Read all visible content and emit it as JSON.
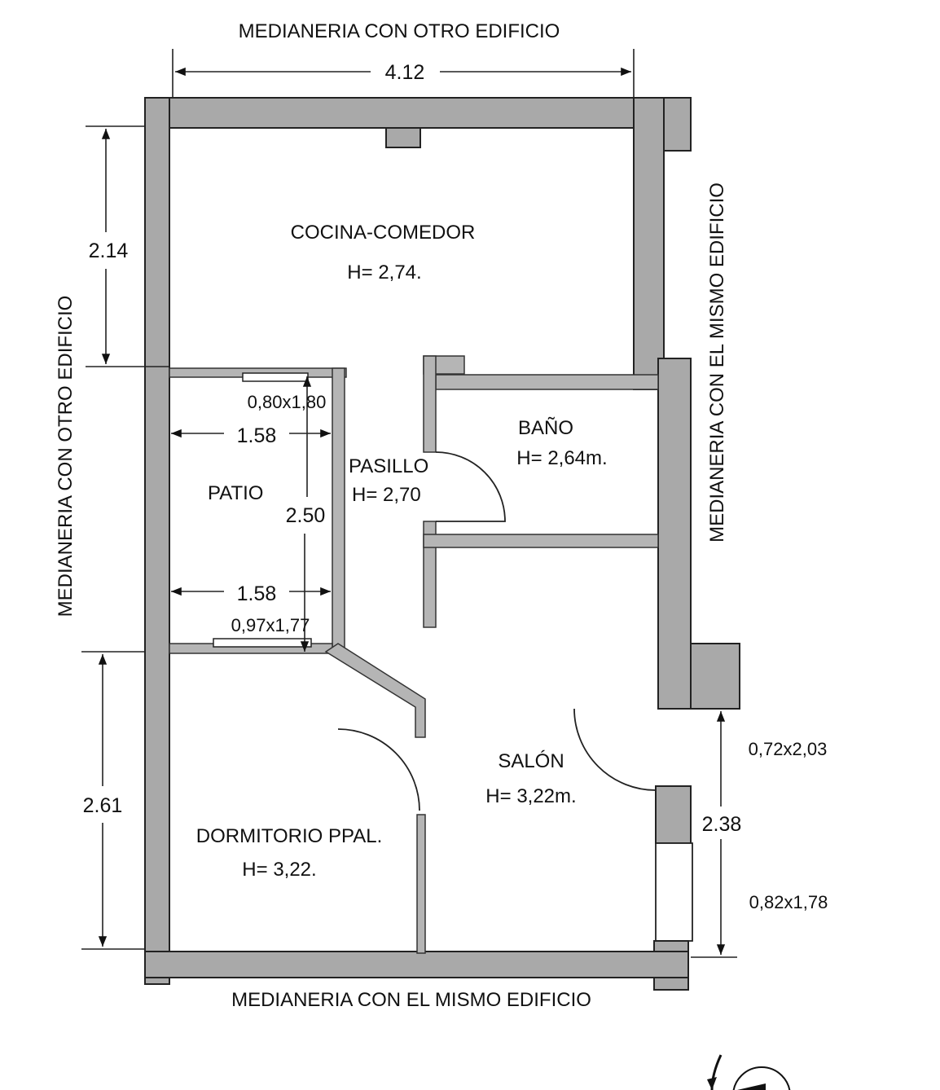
{
  "neighbors": {
    "top": "MEDIANERIA CON OTRO EDIFICIO",
    "left": "MEDIANERIA CON OTRO EDIFICIO",
    "right": "MEDIANERIA CON EL MISMO EDIFICIO",
    "bottom": "MEDIANERIA CON EL MISMO EDIFICIO"
  },
  "rooms": {
    "kitchen": {
      "name": "COCINA-COMEDOR",
      "height": "H= 2,74."
    },
    "bathroom": {
      "name": "BAÑO",
      "height": "H= 2,64m."
    },
    "hallway": {
      "name": "PASILLO",
      "height": "H= 2,70"
    },
    "patio": {
      "name": "PATIO"
    },
    "living": {
      "name": "SALÓN",
      "height": "H= 3,22m."
    },
    "bedroom": {
      "name": "DORMITORIO PPAL.",
      "height": "H= 3,22."
    }
  },
  "dimensions": {
    "top_width": "4.12",
    "kitchen_depth": "2.14",
    "bedroom_depth": "2.61",
    "patio_width_top": "1.58",
    "patio_width_bottom": "1.58",
    "patio_depth": "2.50",
    "right_depth": "2.38"
  },
  "openings": {
    "patio_window_top": "0,80x1,80",
    "patio_window_bottom": "0,97x1,77",
    "living_door": "0,72x2,03",
    "living_window": "0,82x1,78"
  }
}
